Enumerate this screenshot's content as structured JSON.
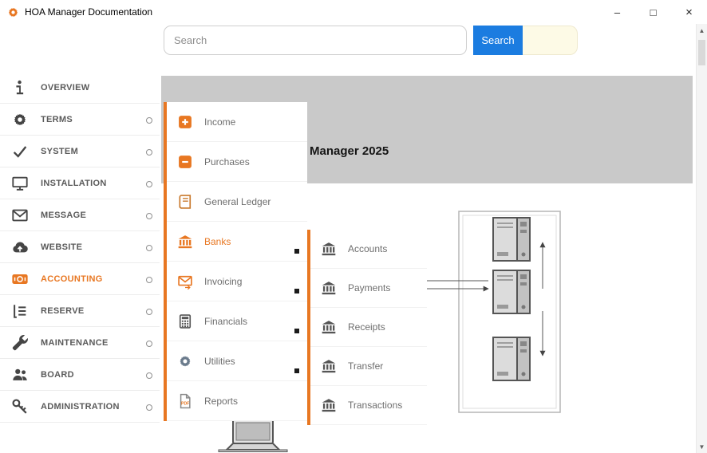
{
  "window": {
    "title": "HOA Manager Documentation",
    "controls": {
      "minimize": "–",
      "maximize": "□",
      "close": "×"
    }
  },
  "search": {
    "placeholder": "Search",
    "button_label": "Search"
  },
  "sidebar": {
    "items": [
      {
        "label": "OVERVIEW",
        "icon": "info-icon",
        "has_submenu": false,
        "active": false
      },
      {
        "label": "TERMS",
        "icon": "gear-icon",
        "has_submenu": true,
        "active": false
      },
      {
        "label": "SYSTEM",
        "icon": "check-icon",
        "has_submenu": true,
        "active": false
      },
      {
        "label": "INSTALLATION",
        "icon": "monitor-icon",
        "has_submenu": true,
        "active": false
      },
      {
        "label": "MESSAGE",
        "icon": "envelope-icon",
        "has_submenu": true,
        "active": false
      },
      {
        "label": "WEBSITE",
        "icon": "cloud-upload-icon",
        "has_submenu": true,
        "active": false
      },
      {
        "label": "ACCOUNTING",
        "icon": "money-icon",
        "has_submenu": true,
        "active": true
      },
      {
        "label": "RESERVE",
        "icon": "ledger-list-icon",
        "has_submenu": true,
        "active": false
      },
      {
        "label": "MAINTENANCE",
        "icon": "wrench-icon",
        "has_submenu": true,
        "active": false
      },
      {
        "label": "BOARD",
        "icon": "people-icon",
        "has_submenu": true,
        "active": false
      },
      {
        "label": "ADMINISTRATION",
        "icon": "key-icon",
        "has_submenu": true,
        "active": false
      }
    ]
  },
  "accounting_menu": {
    "items": [
      {
        "label": "Income",
        "icon": "plus-icon",
        "icon_color": "#E87722",
        "has_submenu": false,
        "active": false
      },
      {
        "label": "Purchases",
        "icon": "minus-icon",
        "icon_color": "#E87722",
        "has_submenu": false,
        "active": false
      },
      {
        "label": "General Ledger",
        "icon": "ledger-book-icon",
        "icon_color": "#C9792C",
        "has_submenu": false,
        "active": false
      },
      {
        "label": "Banks",
        "icon": "bank-icon",
        "icon_color": "#E87722",
        "has_submenu": true,
        "active": true
      },
      {
        "label": "Invoicing",
        "icon": "invoice-icon",
        "icon_color": "#E87722",
        "has_submenu": true,
        "active": false
      },
      {
        "label": "Financials",
        "icon": "calculator-icon",
        "icon_color": "#555555",
        "has_submenu": true,
        "active": false
      },
      {
        "label": "Utilities",
        "icon": "gear-icon",
        "icon_color": "#6B7B8C",
        "has_submenu": true,
        "active": false
      },
      {
        "label": "Reports",
        "icon": "pdf-icon",
        "icon_color": "#8A8A8A",
        "has_submenu": false,
        "active": false
      }
    ]
  },
  "banks_menu": {
    "items": [
      {
        "label": "Accounts",
        "icon": "bank-icon"
      },
      {
        "label": "Payments",
        "icon": "bank-icon"
      },
      {
        "label": "Receipts",
        "icon": "bank-icon"
      },
      {
        "label": "Transfer",
        "icon": "bank-icon"
      },
      {
        "label": "Transactions",
        "icon": "bank-icon"
      }
    ]
  },
  "content": {
    "heading": "Manager 2025"
  },
  "icons": {
    "scroll_up": "▲",
    "scroll_down": "▼"
  },
  "colors": {
    "accent": "#E87722",
    "search_button_bg": "#1B7CE0",
    "search_tail_bg": "#FDFAE6",
    "header_bg": "#C9C9C9"
  }
}
